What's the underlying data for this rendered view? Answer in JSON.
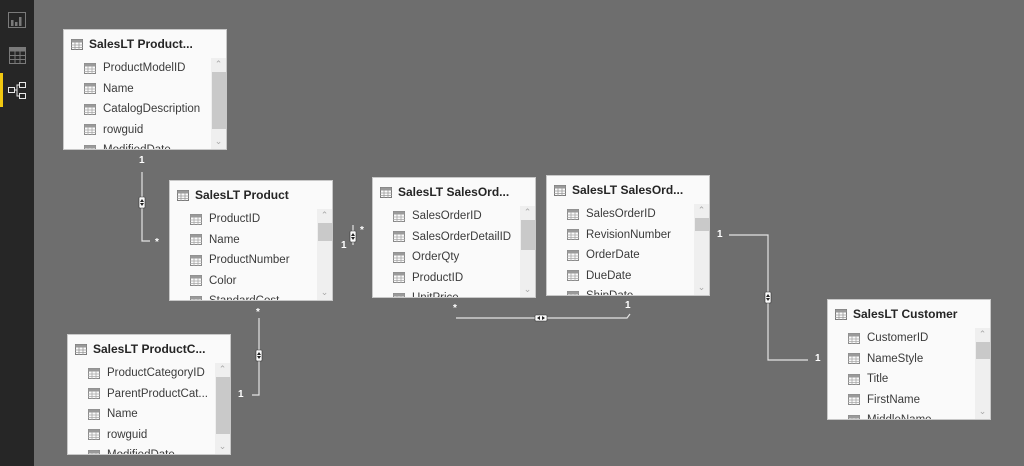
{
  "sidebar": {
    "items": [
      {
        "name": "report-view",
        "icon": "bar-chart-icon",
        "active": false
      },
      {
        "name": "data-view",
        "icon": "table-grid-icon",
        "active": false
      },
      {
        "name": "relationships-view",
        "icon": "relationship-diagram-icon",
        "active": true
      }
    ],
    "accent_color": "#f2c811"
  },
  "tables": {
    "product_model": {
      "title": "SalesLT Product...",
      "columns": [
        "ProductModelID",
        "Name",
        "CatalogDescription",
        "rowguid",
        "ModifiedDate"
      ]
    },
    "product": {
      "title": "SalesLT Product",
      "columns": [
        "ProductID",
        "Name",
        "ProductNumber",
        "Color",
        "StandardCost"
      ]
    },
    "sales_order_detail": {
      "title": "SalesLT SalesOrd...",
      "columns": [
        "SalesOrderID",
        "SalesOrderDetailID",
        "OrderQty",
        "ProductID",
        "UnitPrice"
      ]
    },
    "sales_order_header": {
      "title": "SalesLT SalesOrd...",
      "columns": [
        "SalesOrderID",
        "RevisionNumber",
        "OrderDate",
        "DueDate",
        "ShipDate"
      ]
    },
    "customer": {
      "title": "SalesLT Customer",
      "columns": [
        "CustomerID",
        "NameStyle",
        "Title",
        "FirstName",
        "MiddleName"
      ]
    },
    "product_category": {
      "title": "SalesLT ProductC...",
      "columns": [
        "ProductCategoryID",
        "ParentProductCat...",
        "Name",
        "rowguid",
        "ModifiedDate"
      ]
    }
  },
  "relationships": [
    {
      "from": "product_model",
      "to": "product",
      "from_card": "1",
      "to_card": "*"
    },
    {
      "from": "product",
      "to": "sales_order_detail",
      "from_card": "1",
      "to_card": "*"
    },
    {
      "from": "sales_order_detail",
      "to": "sales_order_header",
      "from_card": "*",
      "to_card": "1"
    },
    {
      "from": "sales_order_header",
      "to": "customer",
      "from_card": "1",
      "to_card": "1"
    },
    {
      "from": "product_category",
      "to": "product",
      "from_card": "1",
      "to_card": "*"
    }
  ],
  "colors": {
    "canvas": "#6e6e6e",
    "sidebar": "#262626",
    "card_bg": "#fafafa",
    "relationship_line": "#e6e6e6"
  }
}
